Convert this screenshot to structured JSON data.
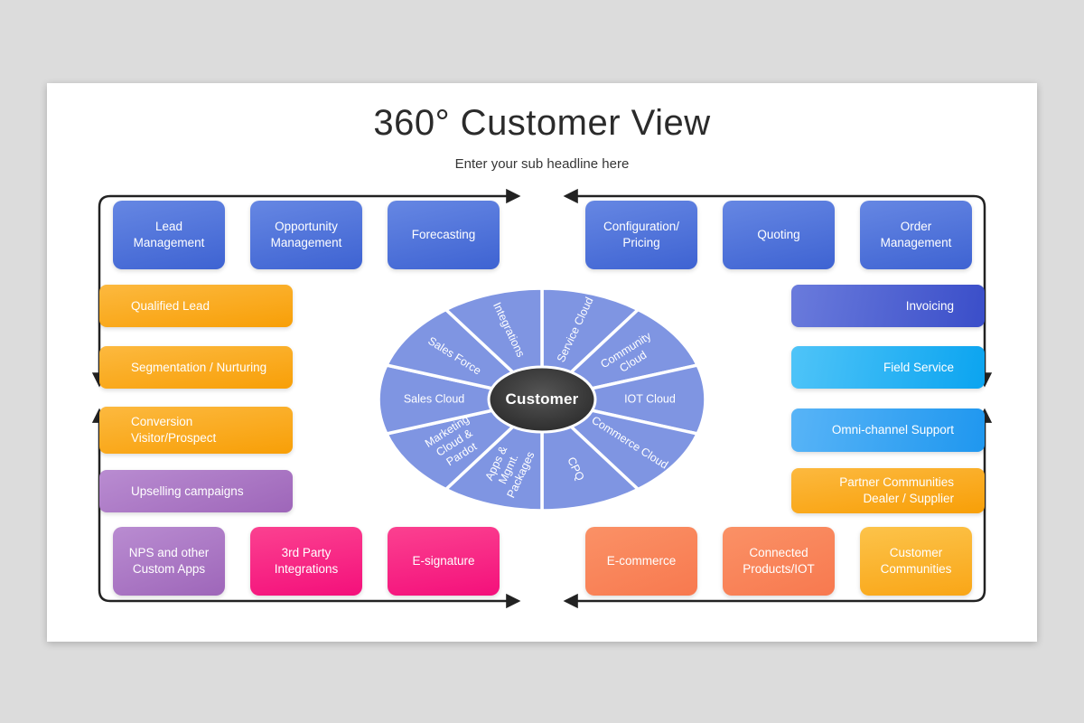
{
  "slide": {
    "title": "360° Customer View",
    "subtitle": "Enter your sub headline here"
  },
  "center": {
    "label": "Customer"
  },
  "pie": {
    "fill": "#7f95e2",
    "divider_color": "#ffffff",
    "center_colors": {
      "inner": "#555555",
      "outer": "#262626"
    },
    "segments": [
      "Service Cloud",
      "Community\nCloud",
      "IOT Cloud",
      "Commerce Cloud",
      "CPQ",
      "Apps &\nMgmt.\nPackages",
      "Marketing\nCloud &\nPardot",
      "Sales Cloud",
      "Sales Force",
      "Integrations"
    ]
  },
  "palette": {
    "blue": {
      "c1": "#6687e3",
      "c2": "#3e63d2",
      "dir": "168deg"
    },
    "indigo": {
      "c1": "#6a7bdc",
      "c2": "#3a4ec9",
      "dir": "100deg"
    },
    "skyblue": {
      "c1": "#4fc4f8",
      "c2": "#0ba4f0",
      "dir": "100deg"
    },
    "azure": {
      "c1": "#58b4f7",
      "c2": "#1f97ef",
      "dir": "100deg"
    },
    "orange": {
      "c1": "#fcb93f",
      "c2": "#f89f07",
      "dir": "172deg"
    },
    "amber": {
      "c1": "#fcc34a",
      "c2": "#f9a617",
      "dir": "172deg"
    },
    "purple": {
      "c1": "#b98cd1",
      "c2": "#9e66b9",
      "dir": "160deg"
    },
    "pink": {
      "c1": "#fb4190",
      "c2": "#f4107b",
      "dir": "172deg"
    },
    "coral": {
      "c1": "#fa9166",
      "c2": "#f8794f",
      "dir": "160deg"
    }
  },
  "groups": {
    "top_left": [
      {
        "label": "Lead\nManagement",
        "color": "blue"
      },
      {
        "label": "Opportunity\nManagement",
        "color": "blue"
      },
      {
        "label": "Forecasting",
        "color": "blue"
      }
    ],
    "top_right": [
      {
        "label": "Configuration/\nPricing",
        "color": "blue"
      },
      {
        "label": "Quoting",
        "color": "blue"
      },
      {
        "label": "Order\nManagement",
        "color": "blue"
      }
    ],
    "left_col": [
      {
        "label": "Qualified Lead",
        "color": "orange"
      },
      {
        "label": "Segmentation / Nurturing",
        "color": "orange"
      },
      {
        "label": "Conversion\nVisitor/Prospect",
        "color": "orange"
      },
      {
        "label": "Upselling campaigns",
        "color": "purple"
      }
    ],
    "right_col": [
      {
        "label": "Invoicing",
        "color": "indigo"
      },
      {
        "label": "Field Service",
        "color": "skyblue"
      },
      {
        "label": "Omni-channel Support",
        "color": "azure"
      },
      {
        "label": "Partner Communities\nDealer / Supplier",
        "color": "orange"
      }
    ],
    "bottom_left": [
      {
        "label": "NPS and other\nCustom Apps",
        "color": "purple"
      },
      {
        "label": "3rd Party\nIntegrations",
        "color": "pink"
      },
      {
        "label": "E-signature",
        "color": "pink"
      }
    ],
    "bottom_right": [
      {
        "label": "E-commerce",
        "color": "coral"
      },
      {
        "label": "Connected\nProducts/IOT",
        "color": "coral"
      },
      {
        "label": "Customer\nCommunities",
        "color": "amber"
      }
    ]
  },
  "frame": {
    "line_color": "#222222"
  }
}
